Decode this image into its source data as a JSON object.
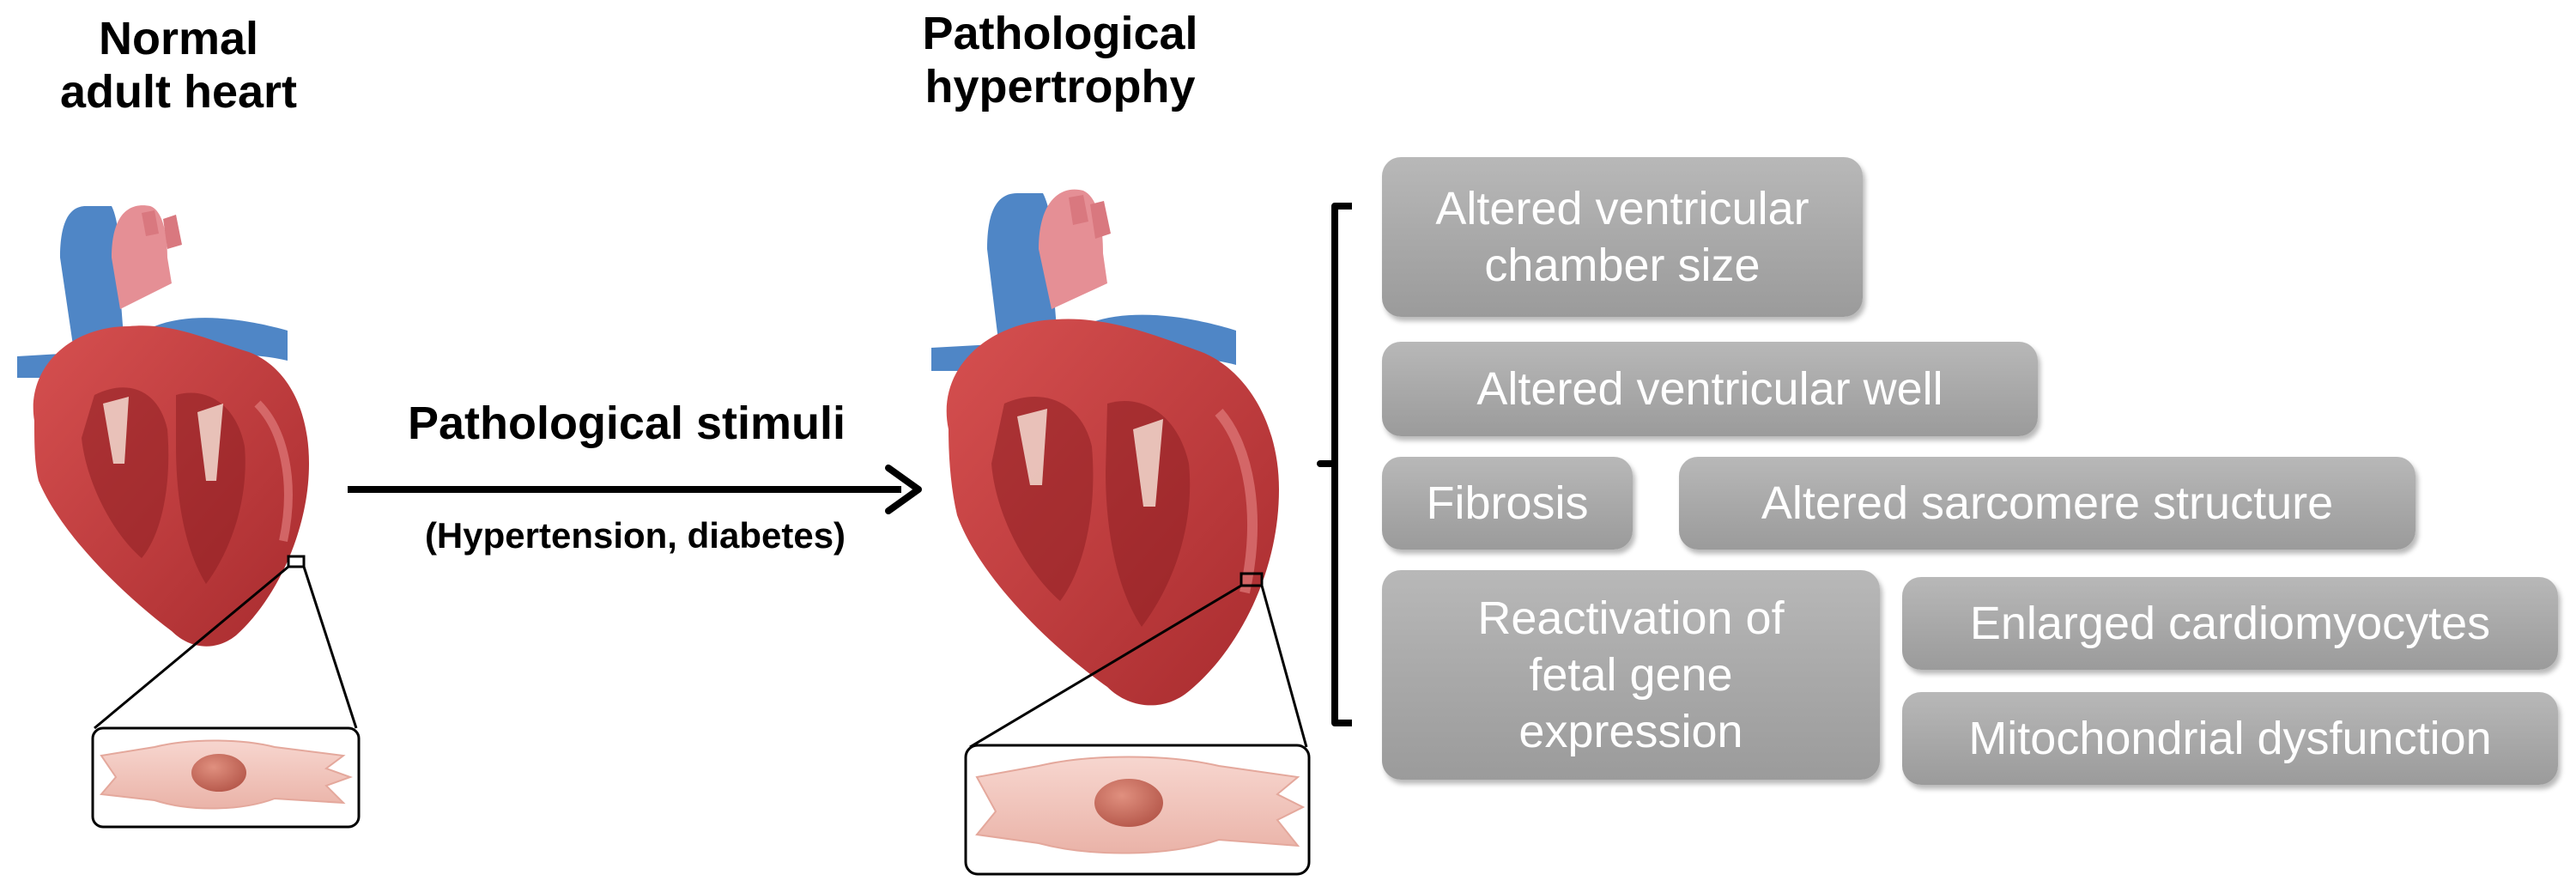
{
  "titles": {
    "normal": [
      "Normal",
      "adult heart"
    ],
    "pathological": [
      "Pathological",
      "hypertrophy"
    ]
  },
  "arrow": {
    "label": "Pathological stimuli",
    "sublabel": "(Hypertension, diabetes)"
  },
  "features": {
    "chamber": [
      "Altered ventricular",
      "chamber size"
    ],
    "wall": [
      "Altered ventricular well"
    ],
    "fibrosis": [
      "Fibrosis"
    ],
    "sarcomere": [
      "Altered sarcomere structure"
    ],
    "fetal": [
      "Reactivation of",
      "fetal gene",
      "expression"
    ],
    "enlarged": [
      "Enlarged cardiomyocytes"
    ],
    "mito": [
      "Mitochondrial dysfunction"
    ]
  },
  "colors": {
    "heart_red": "#c23a3a",
    "heart_dark": "#8e1f22",
    "heart_light": "#e07a7a",
    "vessel_blue": "#4f86c6",
    "vessel_pink": "#e58f95",
    "cell_pink": "#f3c6bd",
    "nucleus": "#c9695a",
    "box_gray": "#a9a9a9"
  },
  "icons": {
    "heart_normal": "heart-icon",
    "heart_hypertrophic": "enlarged-heart-icon",
    "cell_normal": "cardiomyocyte-icon",
    "cell_enlarged": "enlarged-cardiomyocyte-icon"
  }
}
